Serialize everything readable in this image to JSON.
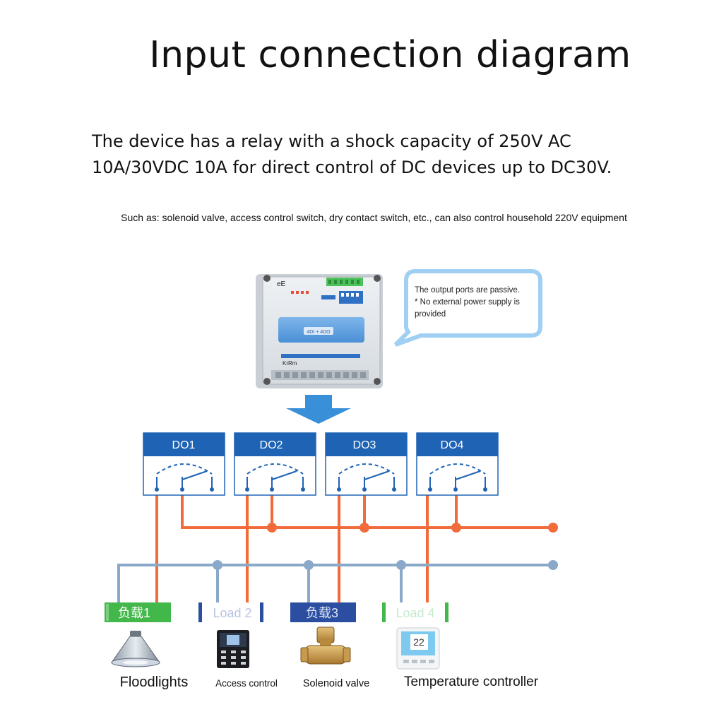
{
  "title": "Input connection diagram",
  "description": {
    "line1": "The device has a relay with a shock capacity of 250V AC",
    "line2": "10A/30VDC 10A for direct control of DC devices up to DC30V."
  },
  "note": "Such as: solenoid valve, access control switch, dry contact switch, etc., can also control household 220V equipment",
  "device": {
    "logo": "eE",
    "badge": "4DI + 4DO",
    "brand": "KrRm"
  },
  "bubble": {
    "line1": "The output ports are passive.",
    "line2": "* No external power supply is",
    "line3": "provided"
  },
  "outputs": [
    {
      "label": "DO1"
    },
    {
      "label": "DO2"
    },
    {
      "label": "DO3"
    },
    {
      "label": "DO4"
    }
  ],
  "loads": [
    {
      "tag": "负载1",
      "name": "Floodlights"
    },
    {
      "tag": "Load 2",
      "name": "Access control"
    },
    {
      "tag": "负载3",
      "name": "Solenoid valve"
    },
    {
      "tag": "Load 4",
      "name": "Temperature controller",
      "display": "22"
    }
  ],
  "colors": {
    "orange": "#f26b3a",
    "blue_wire": "#8aa9c9",
    "do_header": "#1f63b5",
    "arrow": "#3a8fd9",
    "green_tag": "#42b84a",
    "blue_tag": "#2c4ea0"
  }
}
